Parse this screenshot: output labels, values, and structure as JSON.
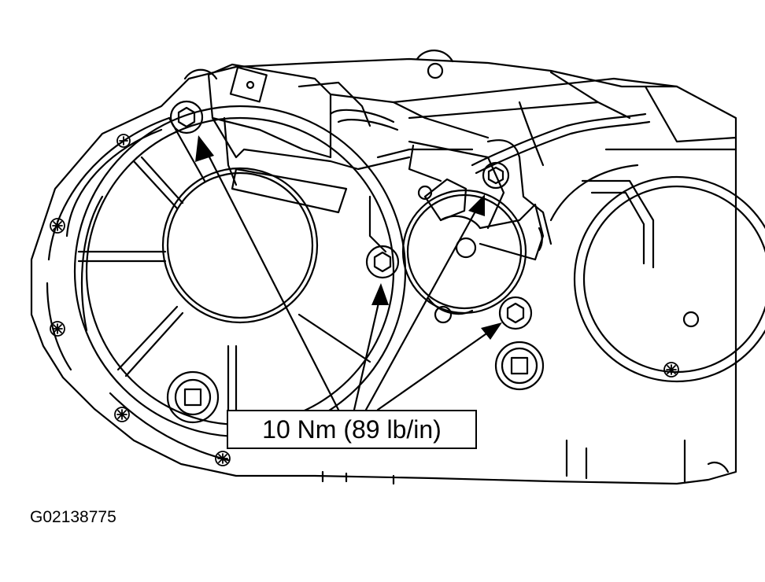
{
  "callout": {
    "torque": "10 Nm (89 lb/in)"
  },
  "figure": {
    "id": "G02138775"
  },
  "components": [
    "bolt-upper-left",
    "bolt-center",
    "bolt-right",
    "bolt-lower-right",
    "motor-housing",
    "shift-motor",
    "sensor-disc",
    "transfer-case-housing"
  ]
}
